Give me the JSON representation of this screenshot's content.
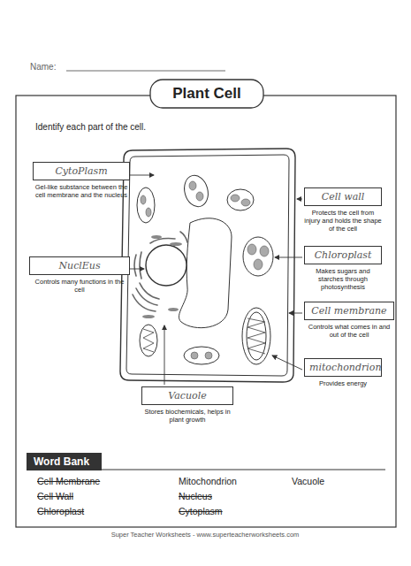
{
  "diagram": {
    "title": "Plant Cell",
    "nodes": [
      {
        "text": [
          "CytoPlasm",
          "Gel-like substance between the cell membrane and the nucleus"
        ]
      },
      {
        "text": [
          "Cell wall",
          "Protects the cell from injury and holds the shape of the cell"
        ]
      },
      {
        "text": [
          "Chloroplast",
          "Makes sugars and starches through photosynthesis"
        ]
      },
      {
        "text": [
          "NuclEus",
          "Controls many functions in the cell"
        ]
      },
      {
        "text": [
          "Cell membrane",
          "Controls what comes in and out of the cell"
        ]
      },
      {
        "text": [
          "mitochondrion",
          "Provides energy"
        ]
      },
      {
        "text": [
          "Vacuole",
          "Stores biochemicals, helps in plant growth"
        ]
      },
      {
        "text": [
          "Word Bank"
        ]
      }
    ],
    "labels": [
      "Name:",
      "Identify each part of the cell.",
      "Cell Membrane",
      "Cell Wall",
      "Chloroplast",
      "Mitochondrion",
      "Nucleus",
      "Cytoplasm",
      "Vacuole",
      "Super Teacher Worksheets - www.superteacherworksheets.com"
    ]
  }
}
